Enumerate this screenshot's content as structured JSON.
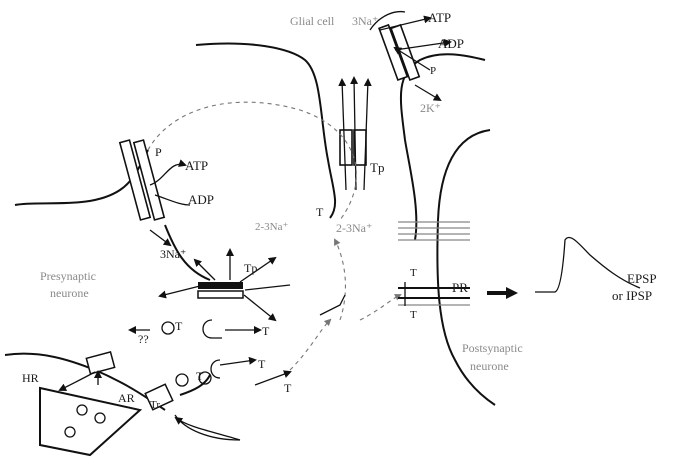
{
  "labels": {
    "atp_top": "ATP",
    "adp_top": "ADP",
    "na_top": "3Na⁺",
    "k_top": "2K⁺",
    "p_top": "P",
    "blood_top": "Glial cell",
    "tp_center": "Tp",
    "na_center": "2-3Na⁺",
    "t_center": "T",
    "p_left": "P",
    "atp_left": "ATP",
    "adp_left": "ADP",
    "na_left": "3Na⁺",
    "na_left2": "2-3Na⁺",
    "tp_left": "Tp",
    "presynaptic_1": "Presynaptic",
    "presynaptic_2": "neurone",
    "qq": "??",
    "t_1": "T",
    "t_2": "T",
    "t_3": "T",
    "t_4": "T",
    "t_5": "T",
    "hr": "HR",
    "ar": "AR",
    "tr": "Tr",
    "pr": "PR",
    "t_pr_top": "T",
    "t_pr_bottom": "T",
    "postsynaptic_1": "Postsynaptic",
    "postsynaptic_2": "neurone",
    "epsp": "EPSP",
    "or_ipsp": "or IPSP"
  }
}
